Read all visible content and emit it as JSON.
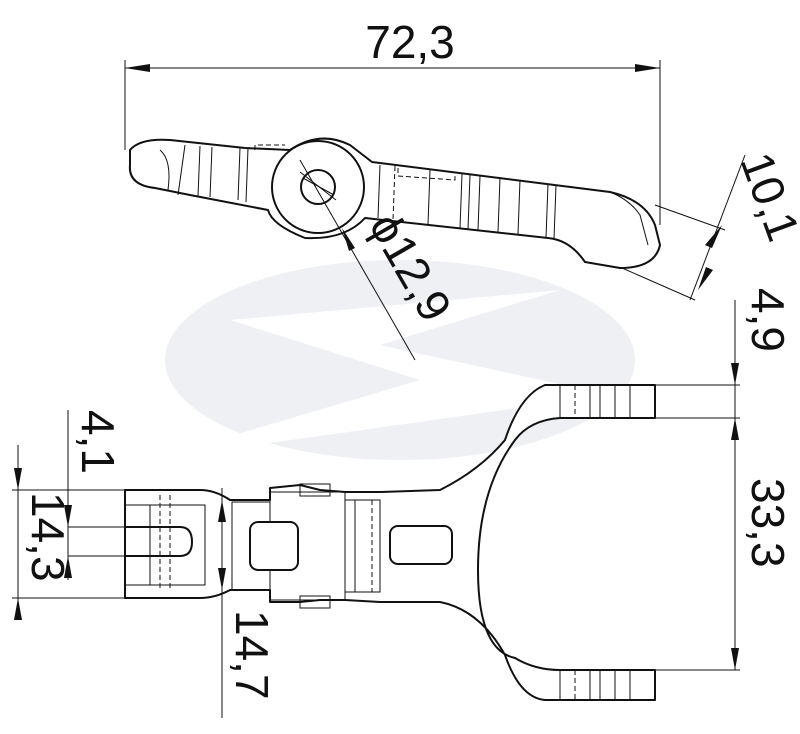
{
  "dimensions": {
    "overall_length": "72,3",
    "lever_thickness": "10,1",
    "bore_diameter": "ϕ12,9",
    "fork_prong_width": "4,9",
    "fork_prong_spacing": "33,3",
    "slot_width": "4,1",
    "pivot_width": "14,3",
    "neck_height": "14,7"
  }
}
